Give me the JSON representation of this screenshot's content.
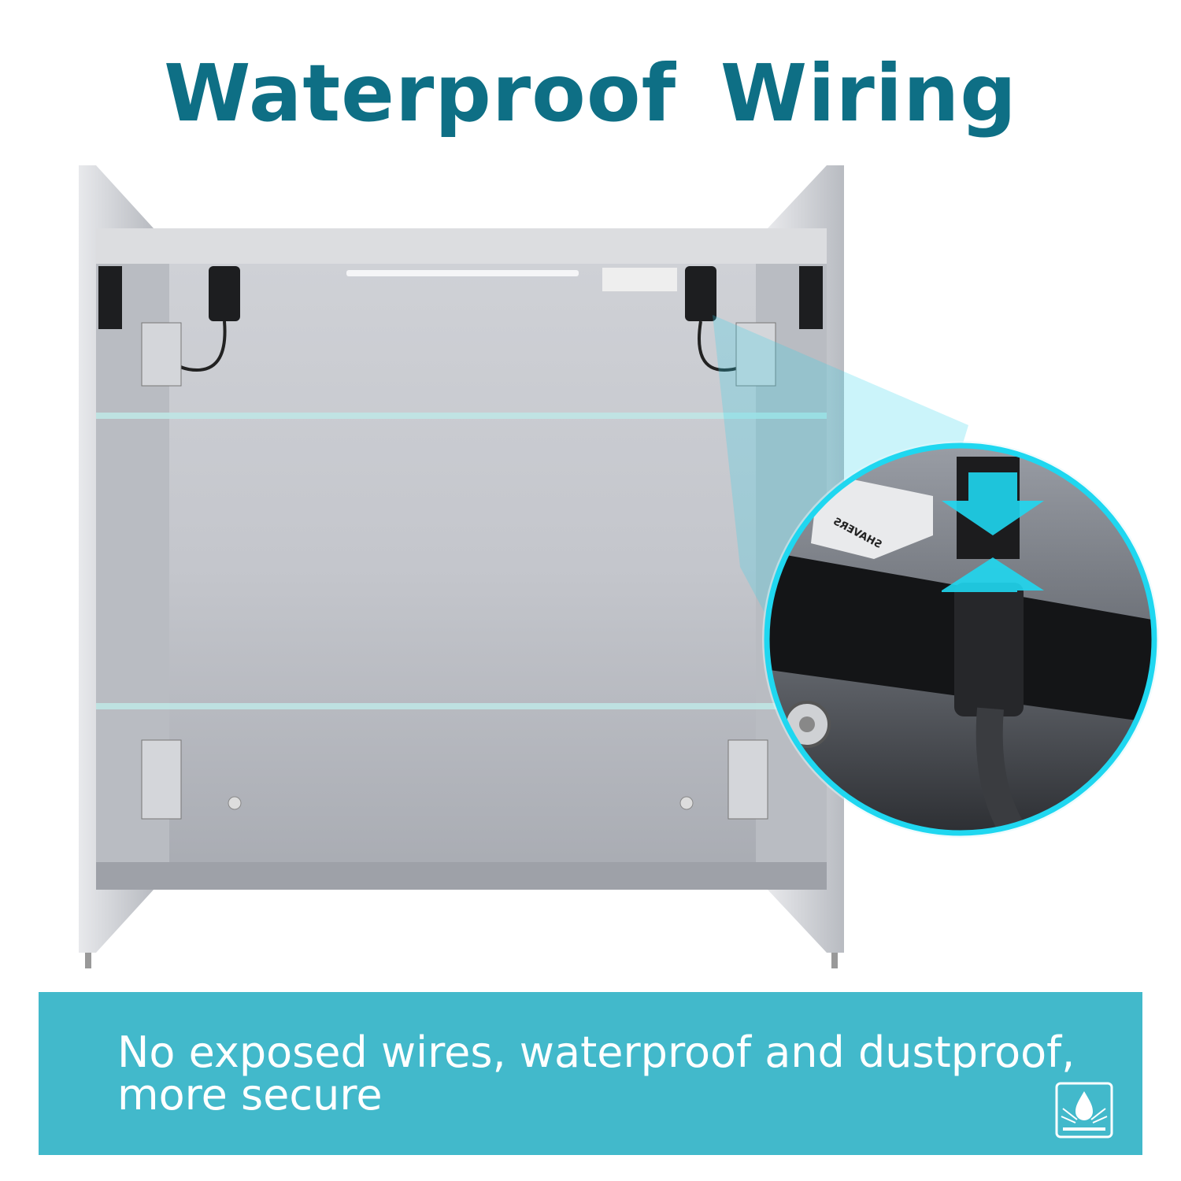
{
  "title": "Waterproof Wiring",
  "banner": {
    "text": "No exposed wires, waterproof and dustproof, more secure",
    "icon": "waterproof-drop-icon"
  },
  "product_label": "SHAVERS",
  "colors": {
    "title": "#0e6f85",
    "banner": "#42b9cb",
    "highlight": "#1fd7f0"
  }
}
